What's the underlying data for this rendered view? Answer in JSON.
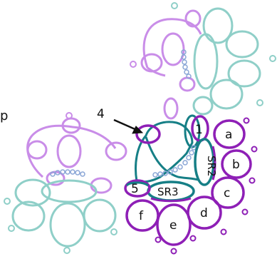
{
  "labels": {
    "pointer": "4",
    "ring_1": "1",
    "ring_5": "5",
    "split_ring_2": "SR2",
    "split_ring_3": "SR3",
    "petal_a": "a",
    "petal_b": "b",
    "petal_c": "c",
    "petal_d": "d",
    "petal_e": "e",
    "petal_f": "f",
    "edge_fragment": "p"
  },
  "colors": {
    "lavender": "#c98de8",
    "seafoam": "#8fcfc8",
    "purple": "#8e1fb6",
    "teal": "#167f86",
    "picot_blue": "#8aa6d6",
    "arrow": "#111111"
  }
}
